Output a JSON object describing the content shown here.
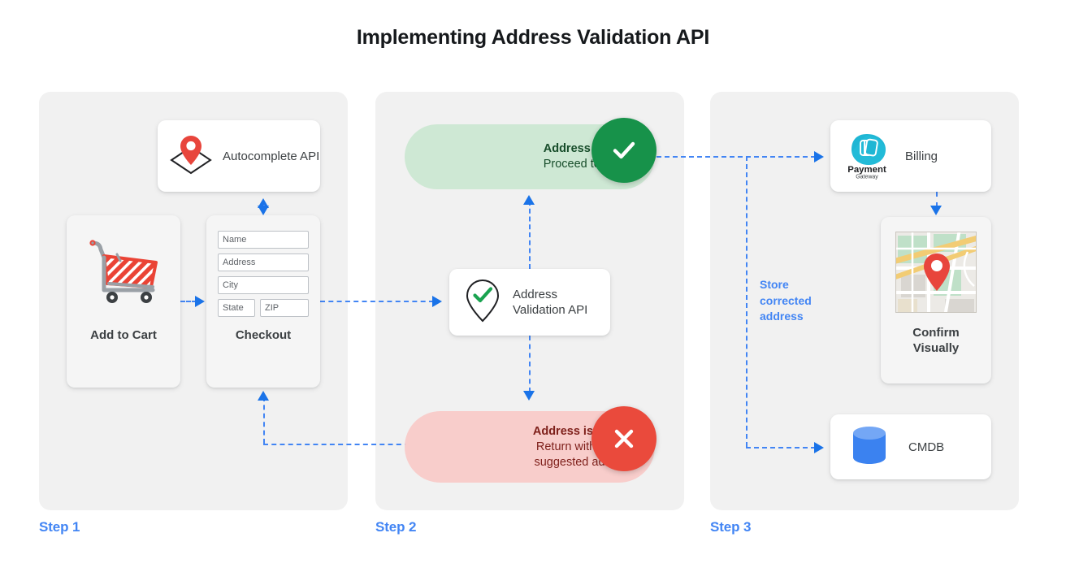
{
  "title": "Implementing Address Validation API",
  "colors": {
    "accent_blue": "#4285f4",
    "arrow_blue": "#1a73e8",
    "panel_bg": "#f1f1f1",
    "valid_bg": "#cee8d4",
    "valid_badge": "#17924a",
    "valid_text": "#174d2a",
    "invalid_bg": "#f8cdcb",
    "invalid_badge": "#ea4a3c",
    "invalid_text": "#7e1f1a",
    "cart_red": "#ea4335",
    "pin_red": "#e8453c",
    "cmdb_blue": "#3b82f0",
    "payment_teal": "#1fb6d4"
  },
  "steps": [
    {
      "label": "Step 1"
    },
    {
      "label": "Step 2"
    },
    {
      "label": "Step 3"
    }
  ],
  "step1": {
    "autocomplete": {
      "label": "Autocomplete API",
      "icon": "map-pin-envelope-icon"
    },
    "add_to_cart": {
      "caption": "Add to Cart",
      "icon": "shopping-cart-icon"
    },
    "checkout": {
      "caption": "Checkout",
      "fields": [
        {
          "name": "name-field",
          "placeholder": "Name"
        },
        {
          "name": "address-field",
          "placeholder": "Address"
        },
        {
          "name": "city-field",
          "placeholder": "City"
        }
      ],
      "field_state": {
        "name": "state-field",
        "placeholder": "State"
      },
      "field_zip": {
        "name": "zip-field",
        "placeholder": "ZIP"
      }
    }
  },
  "step2": {
    "valid": {
      "line1": "Address is valid.",
      "line2": "Proceed to billing.",
      "badge_icon": "check-icon"
    },
    "validation_api": {
      "label": "Address\nValidation API",
      "icon": "map-pin-check-icon"
    },
    "invalid": {
      "line1": "Address is invalid.",
      "line2": "Return with Google",
      "line3": "suggested address.",
      "badge_icon": "close-icon"
    }
  },
  "step3": {
    "billing": {
      "label": "Billing",
      "logo_top": "Payment",
      "logo_bottom": "Gateway",
      "icon": "payment-gateway-logo"
    },
    "confirm": {
      "caption": "Confirm\nVisually",
      "icon": "map-thumbnail-icon"
    },
    "cmdb": {
      "label": "CMDB",
      "icon": "database-icon"
    },
    "store_label": "Store corrected address"
  }
}
